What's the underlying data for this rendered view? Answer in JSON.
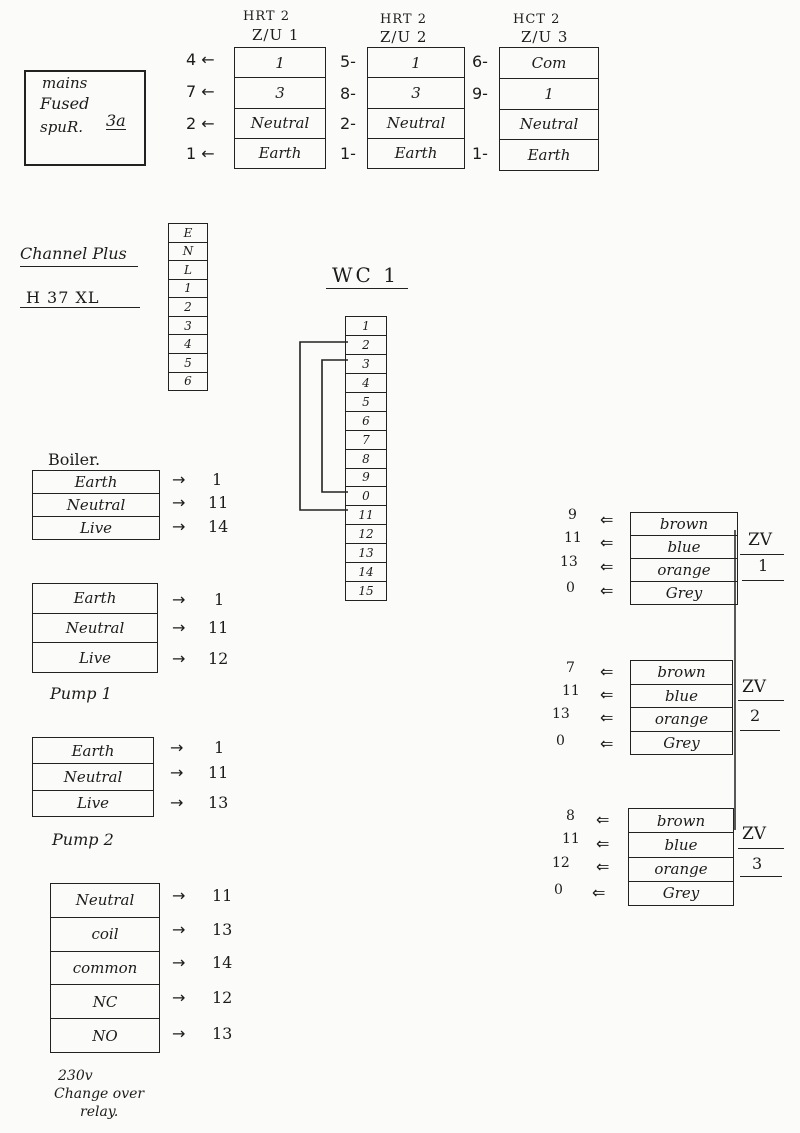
{
  "mains": {
    "line1": "mains",
    "line2": "Fused",
    "line3": "spuR.",
    "rating": "3a"
  },
  "zones_top": [
    {
      "h1": "HRT 2",
      "h2": "Z/U 1",
      "rows": [
        "1",
        "3",
        "Neutral",
        "Earth"
      ],
      "refs": [
        "4 ←",
        "7 ←",
        "2 ←",
        "1 ←"
      ]
    },
    {
      "h1": "HRT 2",
      "h2": "Z/U 2",
      "rows": [
        "1",
        "3",
        "Neutral",
        "Earth"
      ],
      "refs": [
        "5-",
        "8-",
        "2-",
        "1-"
      ]
    },
    {
      "h1": "HCT 2",
      "h2": "Z/U 3",
      "rows": [
        "Com",
        "1",
        "Neutral",
        "Earth"
      ],
      "refs": [
        "6-",
        "9-",
        "",
        "1-"
      ]
    }
  ],
  "channel_plus": {
    "line1": "Channel Plus",
    "line2": "H 37 XL",
    "terminals": [
      "E",
      "N",
      "L",
      "1",
      "2",
      "3",
      "4",
      "5",
      "6"
    ]
  },
  "wc1": {
    "title": "WC 1",
    "terminals": [
      "1",
      "2",
      "3",
      "4",
      "5",
      "6",
      "7",
      "8",
      "9",
      "0",
      "11",
      "12",
      "13",
      "14",
      "15"
    ]
  },
  "boiler": {
    "label": "Boiler.",
    "rows": [
      "Earth",
      "Neutral",
      "Live"
    ],
    "targets": [
      "1",
      "11",
      "14"
    ]
  },
  "pump1": {
    "label": "Pump 1",
    "rows": [
      "Earth",
      "Neutral",
      "Live"
    ],
    "targets": [
      "1",
      "11",
      "12"
    ]
  },
  "pump2": {
    "label": "Pump 2",
    "rows": [
      "Earth",
      "Neutral",
      "Live"
    ],
    "targets": [
      "1",
      "11",
      "13"
    ]
  },
  "relay": {
    "line1": "230v",
    "line2": "Change over",
    "line3": "relay.",
    "rows": [
      "Neutral",
      "coil",
      "common",
      "NC",
      "NO"
    ],
    "targets": [
      "11",
      "13",
      "14",
      "12",
      "13"
    ]
  },
  "zv": [
    {
      "l1": "ZV",
      "l2": "1",
      "rows": [
        "brown",
        "blue",
        "orange",
        "Grey"
      ],
      "refs": [
        "9",
        "11",
        "13",
        "0"
      ]
    },
    {
      "l1": "ZV",
      "l2": "2",
      "rows": [
        "brown",
        "blue",
        "orange",
        "Grey"
      ],
      "refs": [
        "7",
        "11",
        "13",
        "0"
      ]
    },
    {
      "l1": "ZV",
      "l2": "3",
      "rows": [
        "brown",
        "blue",
        "orange",
        "Grey"
      ],
      "refs": [
        "8",
        "11",
        "12",
        "0"
      ]
    }
  ],
  "symbols": {
    "left_arrow": "⇐",
    "right_arrow": "→"
  }
}
